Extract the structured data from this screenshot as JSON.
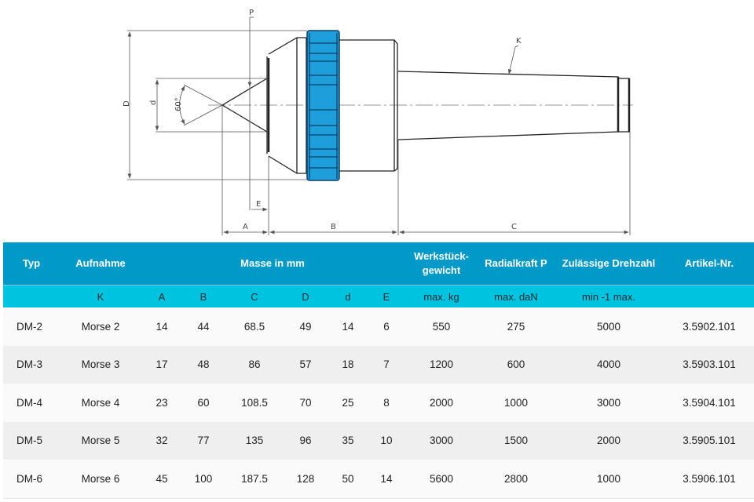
{
  "drawing": {
    "title": "Technical drawing of live centre (Drehende Körnerspitze)",
    "labels": {
      "P": "P",
      "K": "K",
      "D": "D",
      "d": "d",
      "angle": "60°",
      "E": "E",
      "A": "A",
      "B": "B",
      "C": "C"
    },
    "colors": {
      "knurl": "#1e9fdc",
      "knurl_dark": "#0e6fa8",
      "line": "#222222",
      "dim": "#555555"
    }
  },
  "table": {
    "header": {
      "typ": "Typ",
      "aufnahme": "Aufnahme",
      "masse": "Masse in mm",
      "werkstueck": [
        "Werkstück-",
        "gewicht"
      ],
      "radialkraft": "Radialkraft P",
      "drehzahl": "Zulässige Drehzahl",
      "artikel": "Artikel-Nr."
    },
    "subheader": {
      "typ": "",
      "K": "K",
      "A": "A",
      "B": "B",
      "C": "C",
      "D": "D",
      "d": "d",
      "E": "E",
      "werkstueck": "max. kg",
      "radialkraft": "max. daN",
      "drehzahl": "min -1 max.",
      "artikel": ""
    },
    "rows": [
      {
        "typ": "DM-2",
        "K": "Morse 2",
        "A": "14",
        "B": "44",
        "C": "68.5",
        "D": "49",
        "d": "14",
        "E": "6",
        "kg": "550",
        "daN": "275",
        "rpm": "5000",
        "art": "3.5902.101"
      },
      {
        "typ": "DM-3",
        "K": "Morse 3",
        "A": "17",
        "B": "48",
        "C": "86",
        "D": "57",
        "d": "18",
        "E": "7",
        "kg": "1200",
        "daN": "600",
        "rpm": "4000",
        "art": "3.5903.101"
      },
      {
        "typ": "DM-4",
        "K": "Morse 4",
        "A": "23",
        "B": "60",
        "C": "108.5",
        "D": "70",
        "d": "25",
        "E": "8",
        "kg": "2000",
        "daN": "1000",
        "rpm": "3000",
        "art": "3.5904.101"
      },
      {
        "typ": "DM-5",
        "K": "Morse 5",
        "A": "32",
        "B": "77",
        "C": "135",
        "D": "96",
        "d": "35",
        "E": "10",
        "kg": "3000",
        "daN": "1500",
        "rpm": "2000",
        "art": "3.5905.101"
      },
      {
        "typ": "DM-6",
        "K": "Morse 6",
        "A": "45",
        "B": "100",
        "C": "187.5",
        "D": "128",
        "d": "50",
        "E": "14",
        "kg": "5600",
        "daN": "2800",
        "rpm": "1000",
        "art": "3.5906.101"
      }
    ],
    "colors": {
      "header": "#0099c8",
      "subheader": "#00c3e0",
      "row_odd": "#fafafa",
      "row_even": "#efefef"
    }
  }
}
